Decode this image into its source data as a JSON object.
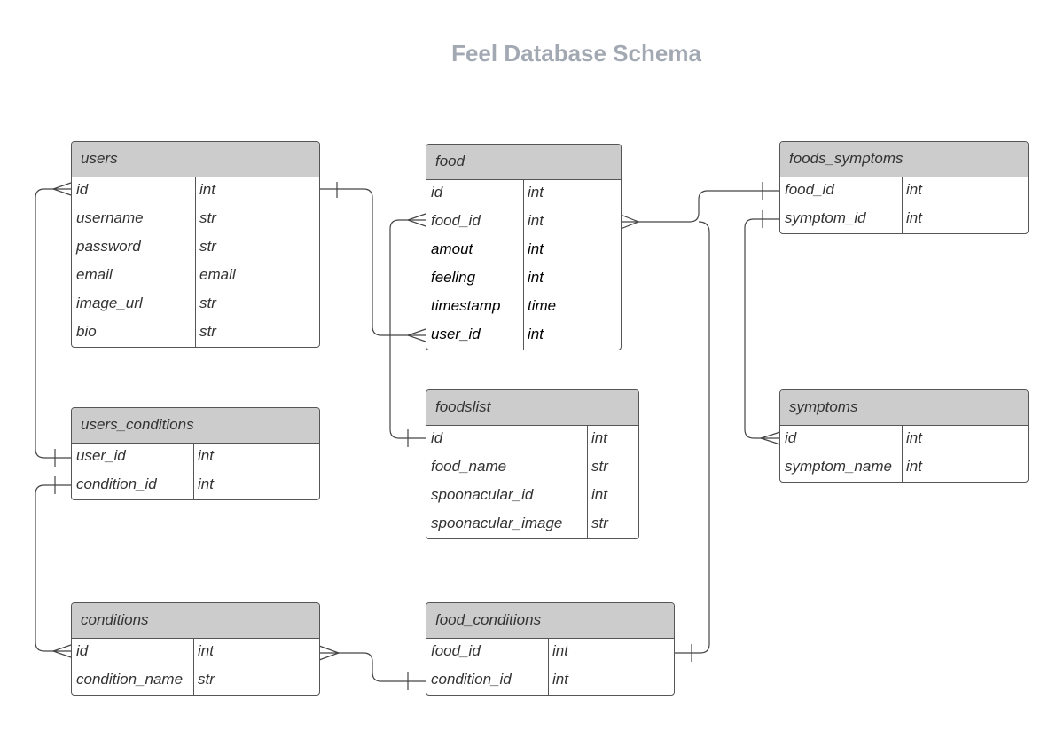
{
  "title": "Feel Database Schema",
  "tables": {
    "users": {
      "name": "users",
      "rows": [
        {
          "field": "id",
          "type": "int"
        },
        {
          "field": "username",
          "type": "str"
        },
        {
          "field": "password",
          "type": "str"
        },
        {
          "field": "email",
          "type": "email"
        },
        {
          "field": "image_url",
          "type": "str"
        },
        {
          "field": "bio",
          "type": "str"
        }
      ]
    },
    "food": {
      "name": "food",
      "rows": [
        {
          "field": "id",
          "type": "int"
        },
        {
          "field": "food_id",
          "type": "int"
        },
        {
          "field": "amout",
          "type": "int"
        },
        {
          "field": "feeling",
          "type": "int"
        },
        {
          "field": "timestamp",
          "type": "time"
        },
        {
          "field": "user_id",
          "type": "int"
        }
      ]
    },
    "foods_symptoms": {
      "name": "foods_symptoms",
      "rows": [
        {
          "field": "food_id",
          "type": "int"
        },
        {
          "field": "symptom_id",
          "type": "int"
        }
      ]
    },
    "users_conditions": {
      "name": "users_conditions",
      "rows": [
        {
          "field": "user_id",
          "type": "int"
        },
        {
          "field": "condition_id",
          "type": "int"
        }
      ]
    },
    "foodslist": {
      "name": "foodslist",
      "rows": [
        {
          "field": "id",
          "type": "int"
        },
        {
          "field": "food_name",
          "type": "str"
        },
        {
          "field": "spoonacular_id",
          "type": "int"
        },
        {
          "field": "spoonacular_image",
          "type": "str"
        }
      ]
    },
    "symptoms": {
      "name": "symptoms",
      "rows": [
        {
          "field": "id",
          "type": "int"
        },
        {
          "field": "symptom_name",
          "type": "int"
        }
      ]
    },
    "conditions": {
      "name": "conditions",
      "rows": [
        {
          "field": "id",
          "type": "int"
        },
        {
          "field": "condition_name",
          "type": "str"
        }
      ]
    },
    "food_conditions": {
      "name": "food_conditions",
      "rows": [
        {
          "field": "food_id",
          "type": "int"
        },
        {
          "field": "condition_id",
          "type": "int"
        }
      ]
    }
  }
}
